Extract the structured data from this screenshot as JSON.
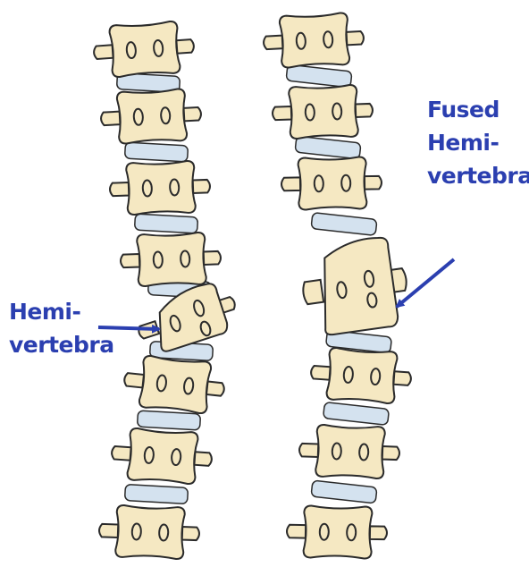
{
  "labels": {
    "hemivertebra": [
      "Hemi-",
      "vertebra"
    ],
    "fused_hemivertebra": [
      "Fused",
      "Hemi-",
      "vertebra"
    ]
  },
  "colors": {
    "bone_fill": "#f5e8c2",
    "bone_stroke": "#2b2b2b",
    "disc_fill": "#d4e2ef",
    "label": "#2b3fb0",
    "arrow": "#2b3fb0"
  },
  "icons": {
    "arrow_hemivertebra": "arrow-right-icon",
    "arrow_fused": "arrow-down-left-icon"
  }
}
